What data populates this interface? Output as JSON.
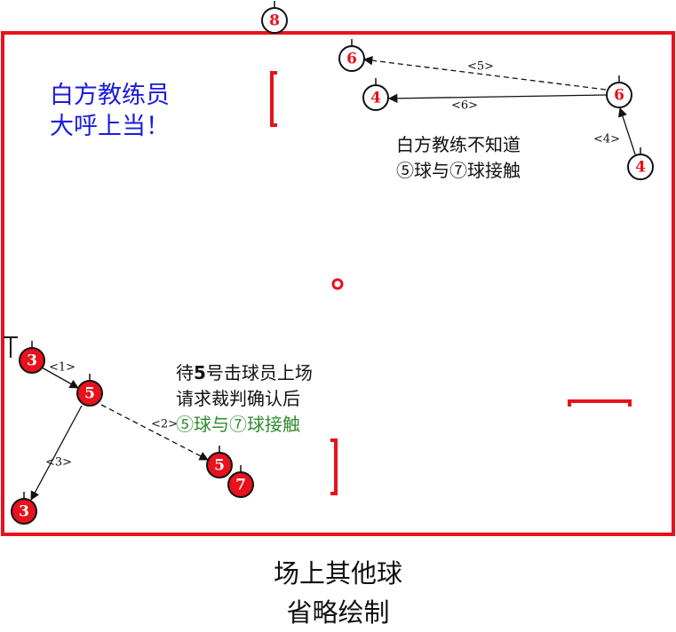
{
  "colors": {
    "table_border": "#e8111c",
    "ball_red": "#e8111c",
    "ball_white_text": "#e8111c",
    "note_blue": "#1b1be0",
    "note_green": "#2e8b2e",
    "text_black": "#111111"
  },
  "balls": [
    {
      "id": "top-8",
      "label": "8",
      "style": "white"
    },
    {
      "id": "top-6-left",
      "label": "6",
      "style": "white"
    },
    {
      "id": "top-4-left",
      "label": "4",
      "style": "white"
    },
    {
      "id": "top-6-right",
      "label": "6",
      "style": "white"
    },
    {
      "id": "right-4",
      "label": "4",
      "style": "white"
    },
    {
      "id": "left-3-top",
      "label": "3",
      "style": "red"
    },
    {
      "id": "mid-5",
      "label": "5",
      "style": "red"
    },
    {
      "id": "bottom-5",
      "label": "5",
      "style": "red"
    },
    {
      "id": "bottom-7",
      "label": "7",
      "style": "red"
    },
    {
      "id": "left-3-bottom",
      "label": "3",
      "style": "red"
    }
  ],
  "paths": [
    {
      "id": "p1",
      "label": "<1>",
      "style": "solid"
    },
    {
      "id": "p2",
      "label": "<2>",
      "style": "dashed"
    },
    {
      "id": "p3",
      "label": "<3>",
      "style": "solid"
    },
    {
      "id": "p4",
      "label": "<4>",
      "style": "solid"
    },
    {
      "id": "p5",
      "label": "<5>",
      "style": "dashed"
    },
    {
      "id": "p6",
      "label": "<6>",
      "style": "solid"
    }
  ],
  "notes": {
    "coach_shout": [
      "白方教练员",
      "大呼上当！"
    ],
    "coach_unaware": [
      "白方教练不知道",
      "⑤球与⑦球接触"
    ],
    "wait_line1_prefix": "待",
    "wait_line1_number": "5",
    "wait_line1_suffix": "号击球员上场",
    "wait_line2": "请求裁判确认后",
    "wait_line3": "⑤球与⑦球接触"
  },
  "footer": [
    "场上其他球",
    "省略绘制"
  ]
}
